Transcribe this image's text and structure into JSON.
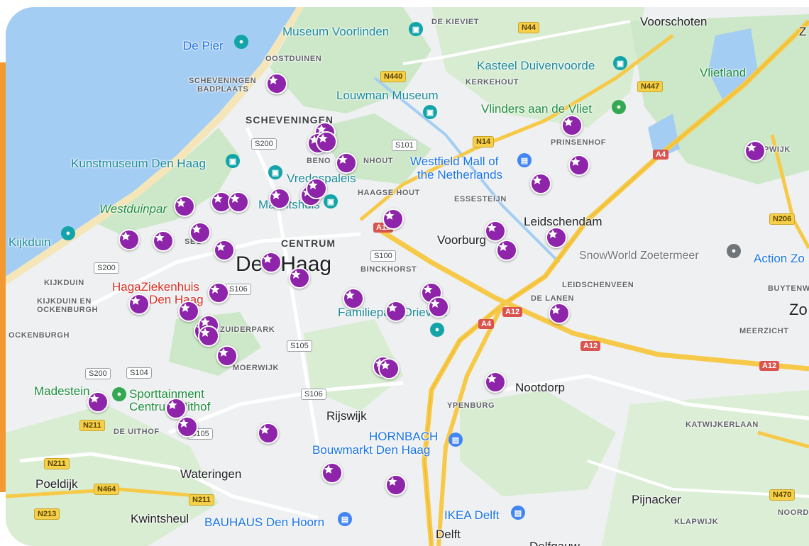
{
  "map": {
    "city": "Den Haag",
    "towns": {
      "voorschoten": "Voorschoten",
      "leidschendam": "Leidschendam",
      "voorburg": "Voorburg",
      "nootdorp": "Nootdorp",
      "rijswijk": "Rijswijk",
      "wateringen": "Wateringen",
      "poeldijk": "Poeldijk",
      "kwintsheul": "Kwintsheul",
      "delft": "Delft",
      "pijnacker": "Pijnacker",
      "delfgauw": "Delfgauw",
      "vlietland": "Vlietland",
      "zo": "Zo",
      "z": "Z"
    },
    "districts": {
      "scheveningen": "SCHEVENINGEN",
      "centrum": "CENTRUM"
    },
    "neighbourhoods": {
      "oostduinen": "OOSTDUINEN",
      "scheveningen_badplaats_1": "SCHEVENINGEN",
      "scheveningen_badplaats_2": "BADPLAATS",
      "de_kieviet": "DE KIEVIET",
      "kerkehout": "KERKEHOUT",
      "prinsenhof": "PRINSENHOF",
      "haagse_hout": "HAAGSE HOUT",
      "essesteijn": "ESSESTEIJN",
      "beno": "BENO",
      "nhout": "NHOUT",
      "seg": "SEG",
      "binckhorst": "BINCKHORST",
      "kijkduin": "KIJKDUIN",
      "kijkduin_en_1": "KIJKDUIN EN",
      "kijkduin_en_2": "OCKENBURGH",
      "ockenburgh": "OCKENBURGH",
      "zuiderpark": "ZUIDERPARK",
      "moerwijk": "MOERWIJK",
      "de_uithof": "DE UITHOF",
      "ypenburg": "YPENBURG",
      "leidschenveen": "LEIDSCHENVEEN",
      "de_lanen": "DE LANEN",
      "buytenw": "BUYTENW",
      "meerzicht": "MEERZICHT",
      "katwijkerlaan": "KATWIJKERLAAN",
      "klapwijk": "KLAPWIJK",
      "noord": "NOORD",
      "pwijk": "PWIJK"
    },
    "pois": {
      "de_pier": "De Pier",
      "museum_voorlinden": "Museum Voorlinden",
      "kasteel_duivenvoorde": "Kasteel Duivenvoorde",
      "louwman_museum": "Louwman Museum",
      "vlinders": "Vlinders aan de Vliet",
      "kunstmuseum": "Kunstmuseum Den Haag",
      "westfield_1": "Westfield Mall of",
      "westfield_2": "the Netherlands",
      "vredespaleis": "Vredespaleis",
      "mauritshuis": "Mauritshuis",
      "westduinpark": "Westduinpar",
      "kijkduin": "Kijkduin",
      "hagaziekenhuis_1": "HagaZiekenhuis",
      "hagaziekenhuis_2": "Den Haag",
      "familiepark": "Familiepark Drievliet",
      "snowworld": "SnowWorld Zoetermeer",
      "action": "Action Zo",
      "madestein": "Madestein",
      "sporttainment_1": "Sporttainment",
      "sporttainment_2": "Centrum Uithof",
      "hornbach_1": "HORNBACH",
      "hornbach_2": "Bouwmarkt Den Haag",
      "ikea": "IKEA Delft",
      "bauhaus": "BAUHAUS Den Hoorn"
    },
    "roads": {
      "n44": "N44",
      "n440": "N440",
      "n447": "N447",
      "n14": "N14",
      "s200_a": "S200",
      "s101": "S101",
      "a4_a": "A4",
      "a12_a": "A12",
      "s100": "S100",
      "s200_b": "S200",
      "s106": "S106",
      "a12_b": "A12",
      "a4_b": "A4",
      "a12_c": "A12",
      "a12_d": "A12",
      "s105_a": "S105",
      "s200_c": "S200",
      "s104": "S104",
      "s106_b": "S106",
      "n211_a": "N211",
      "n211_b": "N211",
      "n211_c": "N211",
      "n464": "N464",
      "n213": "N213",
      "n206": "N206",
      "n470": "N470",
      "s105_b": "S105"
    }
  },
  "markers": {
    "count": 46,
    "color": "#8e24aa",
    "icon": "star-icon"
  },
  "colors": {
    "sea": "#a4cdf4",
    "beach": "#f4e6b8",
    "park": "#cde8c8",
    "urban": "#eef0f1",
    "motorway": "#f7c948",
    "accent": "#f29a31"
  }
}
